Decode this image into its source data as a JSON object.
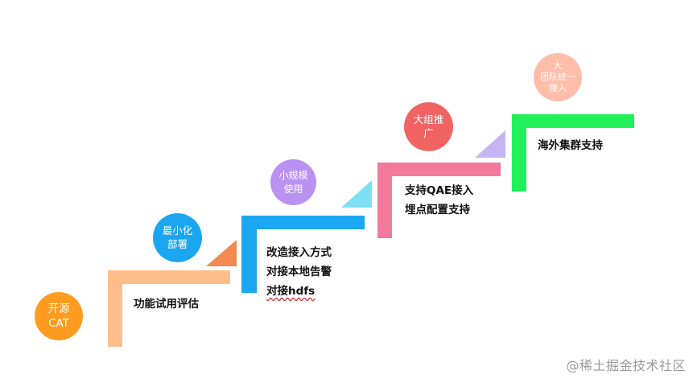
{
  "stages": [
    {
      "circle_lines": [
        "开源",
        "CAT"
      ],
      "circle_color": "#FF9B1E",
      "bar_color": "#FFBE8C",
      "text_lines": [
        "功能试用评估"
      ]
    },
    {
      "circle_lines": [
        "最小化",
        "部署"
      ],
      "circle_color": "#1AA6F0",
      "bar_color": "#1AA6F0",
      "triangle_color": "#F28A52",
      "text_lines": [
        "改造接入方式",
        "对接本地告警",
        "对接hdfs"
      ]
    },
    {
      "circle_lines": [
        "小规模",
        "使用"
      ],
      "circle_color": "#B992F2",
      "bar_color": "#F2799C",
      "triangle_color": "#7DE0F4",
      "text_lines": [
        "支持QAE接入",
        "埋点配置支持"
      ]
    },
    {
      "circle_lines": [
        "大组推",
        "广"
      ],
      "circle_color": "#F26464",
      "bar_color": "#22F05A",
      "triangle_color": "#C6B4F4",
      "text_lines": [
        "海外集群支持"
      ]
    },
    {
      "circle_lines": [
        "大",
        "团队统一",
        "接入"
      ],
      "circle_color": "#FFBDAA"
    }
  ],
  "watermark": "@稀土掘金技术社区"
}
